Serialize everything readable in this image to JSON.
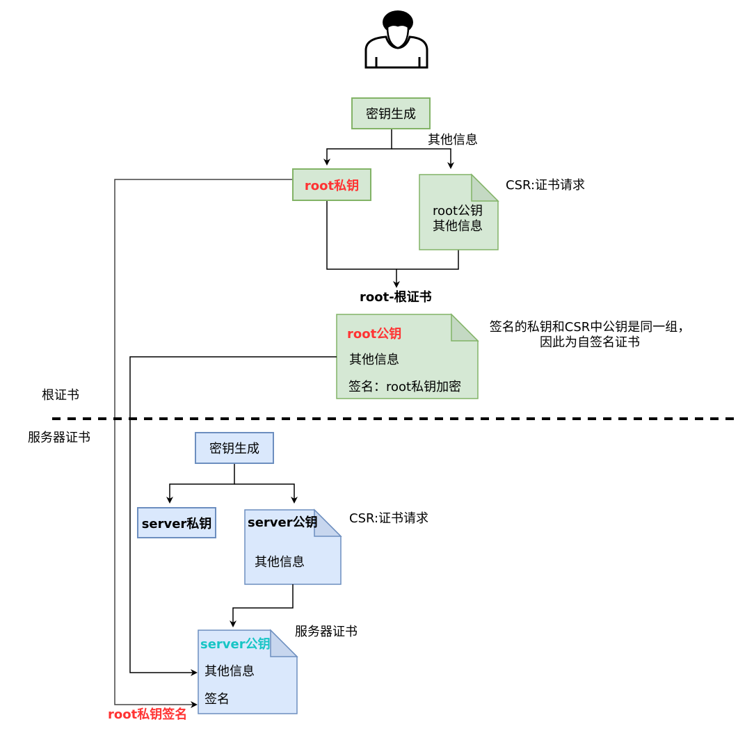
{
  "root_section": {
    "keygen_label": "密钥生成",
    "other_info_edge_label": "其他信息",
    "private_key_label": "root私钥",
    "csr_doc": {
      "line1": "root公钥",
      "line2": "其他信息"
    },
    "csr_label": "CSR:证书请求",
    "cert_title": "root-根证书",
    "cert_doc": {
      "public_key": "root公钥",
      "other_info": "其他信息",
      "signature": "签名：root私钥加密"
    },
    "note_line1": "签名的私钥和CSR中公钥是同一组，",
    "note_line2": "因此为自签名证书",
    "section_label": "根证书"
  },
  "server_section": {
    "section_label": "服务器证书",
    "keygen_label": "密钥生成",
    "private_key_label": "server私钥",
    "csr_doc": {
      "public_key": "server公钥",
      "other_info": "其他信息"
    },
    "csr_label": "CSR:证书请求",
    "cert_label": "服务器证书",
    "cert_doc": {
      "public_key": "server公钥",
      "other_info": "其他信息",
      "signature": "签名"
    },
    "signing_label": "root私钥签名"
  },
  "icons": {
    "user": "person-icon"
  },
  "colors": {
    "green_fill": "#d5e8d4",
    "green_stroke": "#82b366",
    "blue_fill": "#dae8fc",
    "blue_stroke": "#6c8ebf",
    "red_text": "#ff3333",
    "cyan_text": "#17c5c5"
  }
}
